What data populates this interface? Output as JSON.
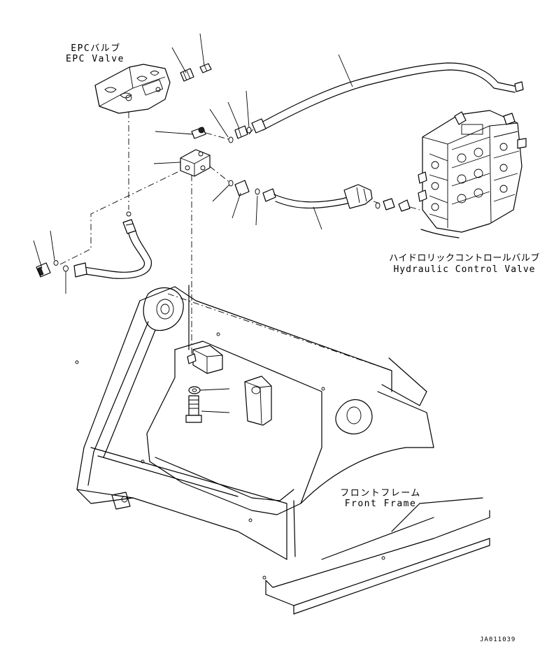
{
  "labels": {
    "epc_valve_jp": "EPCバルブ",
    "epc_valve_en": "EPC Valve",
    "hcv_jp": "ハイドロリックコントロールバルブ",
    "hcv_en": "Hydraulic Control Valve",
    "front_frame_jp": "フロントフレーム",
    "front_frame_en": "Front Frame",
    "drawing_id": "JA011039"
  }
}
